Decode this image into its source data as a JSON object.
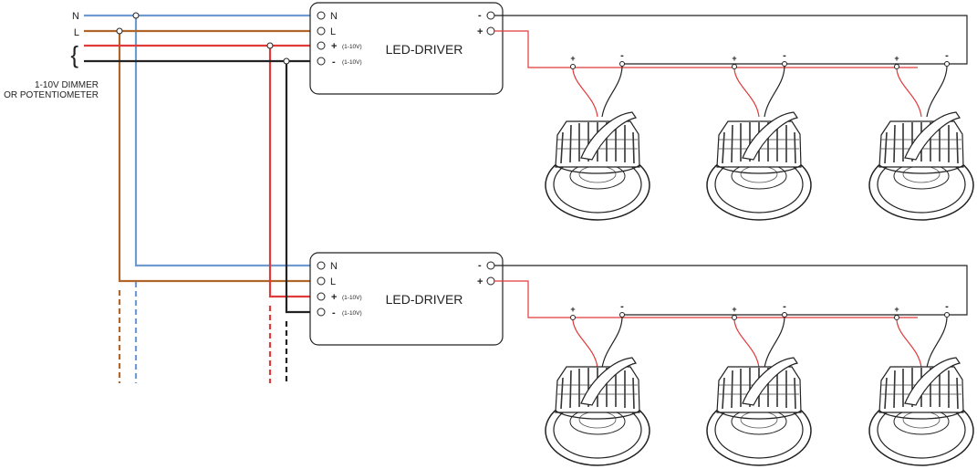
{
  "inputs": {
    "n": "N",
    "l": "L",
    "brace": "{",
    "dimmer_line1": "1-10V DIMMER",
    "dimmer_line2": "OR POTENTIOMETER"
  },
  "drivers": [
    {
      "title": "LED-DRIVER",
      "in_n": "N",
      "in_l": "L",
      "in_plus": "+",
      "in_minus": "-",
      "dim_range": "(1-10V)",
      "out_minus": "-",
      "out_plus": "+"
    },
    {
      "title": "LED-DRIVER",
      "in_n": "N",
      "in_l": "L",
      "in_plus": "+",
      "in_minus": "-",
      "dim_range": "(1-10V)",
      "out_minus": "-",
      "out_plus": "+"
    }
  ],
  "lamp_terminals": {
    "plus": "+",
    "minus": "-"
  },
  "colors": {
    "neutral": "#6f9bd1",
    "live": "#b0652a",
    "dim_plus": "#e03a3a",
    "dim_minus": "#222222",
    "out_wire": "#222222",
    "lamp_lead_plus": "#e03a3a",
    "lamp_lead_minus": "#222222"
  }
}
